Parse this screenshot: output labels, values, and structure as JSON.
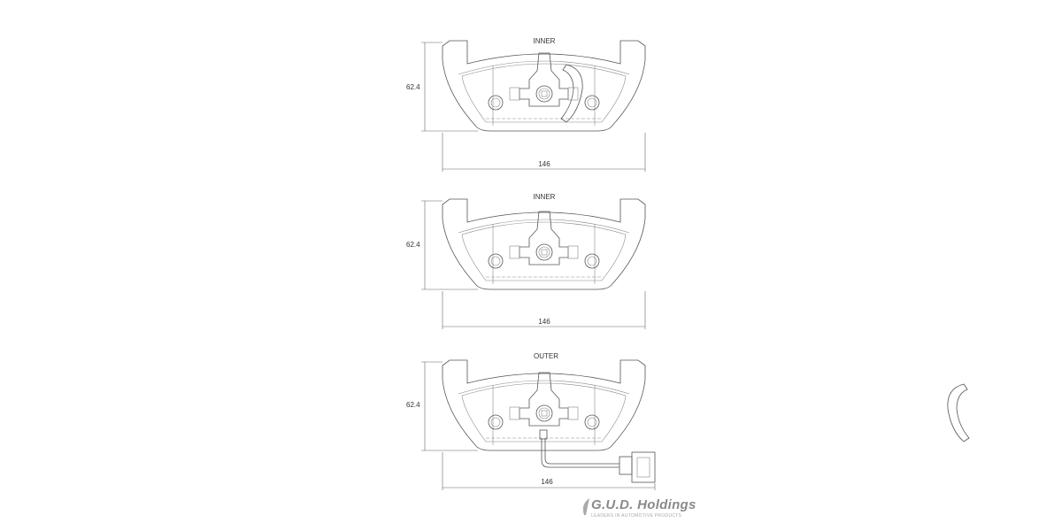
{
  "drawings": [
    {
      "label": "INNER",
      "height_dim": "62.4",
      "width_dim": "146",
      "wear_indicator": true,
      "wire": false
    },
    {
      "label": "INNER",
      "height_dim": "62.4",
      "width_dim": "146",
      "wear_indicator": false,
      "wire": false
    },
    {
      "label": "OUTER",
      "height_dim": "62.4",
      "width_dim": "146",
      "wear_indicator": true,
      "wire": true
    }
  ],
  "logo": {
    "name": "G.U.D. Holdings",
    "tagline": "LEADERS IN AUTOMOTIVE PRODUCTS"
  }
}
